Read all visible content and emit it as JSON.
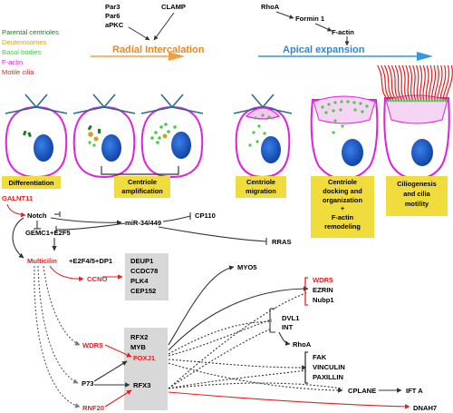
{
  "top": {
    "par3": "Par3",
    "par6": "Par6",
    "apkc": "aPKC",
    "clamp": "CLAMP",
    "rhoa": "RhoA",
    "formin": "Formin 1",
    "factin": "F-actin",
    "radial_title": "Radial Intercalation",
    "apical_title": "Apical expansion"
  },
  "legend": [
    {
      "text": "Parental centrioles",
      "color": "#1e7a1e"
    },
    {
      "text": "Deuterosomes",
      "color": "#d4a020"
    },
    {
      "text": "Basal bodies",
      "color": "#44cc44"
    },
    {
      "text": "F-actin",
      "color": "#e020e0"
    },
    {
      "text": "Motile cilia",
      "color": "#e62020"
    }
  ],
  "stages": {
    "differentiation": "Differentiation",
    "amplification_1": "Centriole",
    "amplification_2": "amplification",
    "migration_1": "Centriole",
    "migration_2": "migration",
    "docking_1": "Centriole",
    "docking_2": "docking and",
    "docking_3": "organization",
    "docking_4": "+",
    "docking_5": "F-actin",
    "docking_6": "remodeling",
    "cilio_1": "Ciliogenesis",
    "cilio_2": "and cilia",
    "cilio_3": "motility"
  },
  "network": {
    "galnt11": "GALNT11",
    "notch": "Notch",
    "gemc1": "GEMC1+E2F5",
    "mir": "miR-34/449",
    "cp110": "CP110",
    "rras": "RRAS",
    "multicilin": "Multicilin",
    "multicilin_suffix": "+E2F4/5+DP1",
    "ccno": "CCNO",
    "deup1": "DEUP1",
    "ccdc78": "CCDC78",
    "plk4": "PLK4",
    "cep152": "CEP152",
    "myo5": "MYO5",
    "wdr5_right": "WDR5",
    "ezrin": "EZRIN",
    "nubp1": "Nubp1",
    "dvl1": "DVL1",
    "int": "INT",
    "rhoa_low": "RhoA",
    "rfx2": "RFX2",
    "myb": "MYB",
    "wdr5_left": "WDR5",
    "foxj1": "FOXJ1",
    "fak": "FAK",
    "vinculin": "VINCULIN",
    "paxillin": "PAXILLIN",
    "p73": "P73",
    "rfx3": "RFX3",
    "cplane": "CPLANE",
    "ifta": "IFT A",
    "rnf20": "RNF20",
    "dnah7": "DNAH7"
  },
  "colors": {
    "stage_box": "#f0dc3c",
    "gray_box": "#d8d8d8",
    "orange_arrow": "#f0a040",
    "blue_arrow": "#3399dd",
    "nucleus": "#1f5fc8",
    "membrane": "#e020e0"
  }
}
